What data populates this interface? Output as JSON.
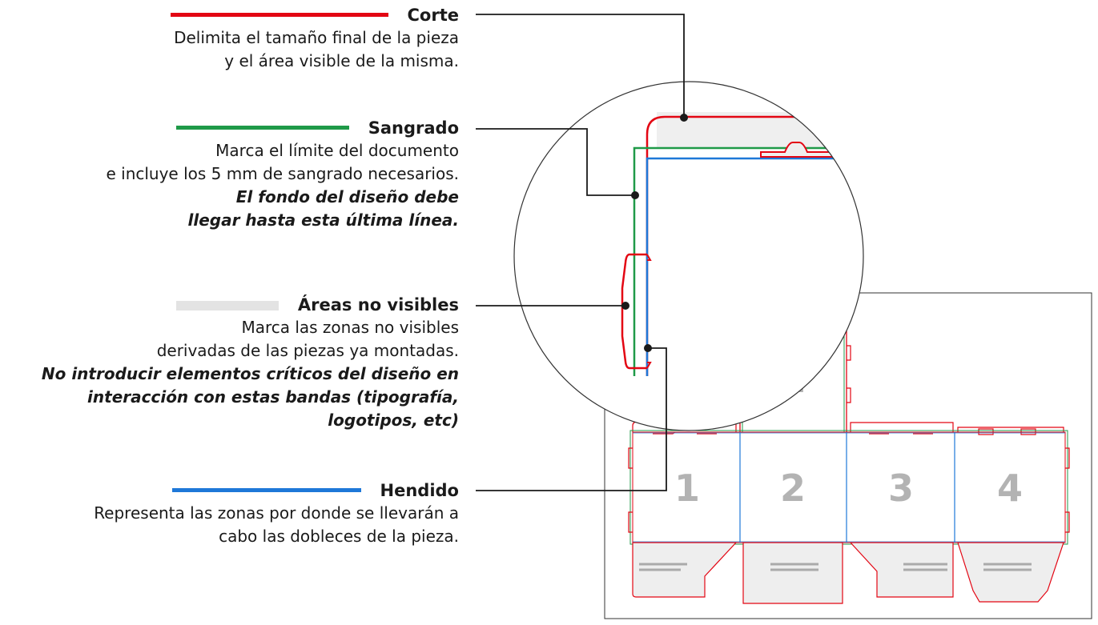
{
  "legend": {
    "corte": {
      "title": "Corte",
      "color": "#e30613",
      "desc": [
        "Delimita el tamaño final de la pieza",
        "y el área visible de la misma."
      ]
    },
    "sangrado": {
      "title": "Sangrado",
      "color": "#1f9a48",
      "desc": [
        "Marca el límite del documento",
        "e incluye los 5 mm de sangrado necesarios."
      ],
      "note": [
        "El fondo del diseño debe",
        "llegar hasta esta última línea."
      ]
    },
    "areas": {
      "title": "Áreas no visibles",
      "color": "#e3e3e3",
      "desc": [
        "Marca las zonas no visibles",
        "derivadas de las piezas ya montadas."
      ],
      "note": [
        "No introducir elementos críticos del diseño en",
        "interacción con estas bandas (tipografía,",
        "logotipos, etc)"
      ]
    },
    "hendido": {
      "title": "Hendido",
      "color": "#1e78d8",
      "desc": [
        "Representa las zonas por donde se llevarán a",
        "cabo las dobleces de la pieza."
      ]
    }
  },
  "panels": [
    "1",
    "2",
    "3",
    "4"
  ],
  "top_panel": "1"
}
